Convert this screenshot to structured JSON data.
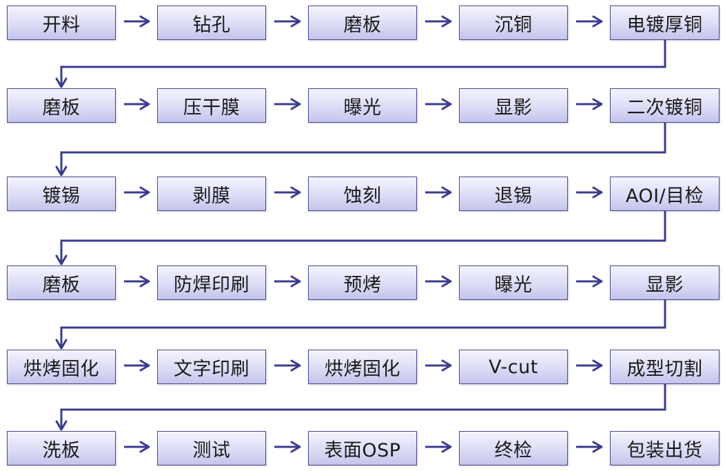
{
  "title": "PCB manufacturing process flow",
  "colors": {
    "arrow": "#3b3b8f",
    "box_border": "#4a4a8c",
    "box_fill_top": "#f4f4fe",
    "box_fill_bottom": "#c4c4ec",
    "text": "#1a1a1a"
  },
  "rows": [
    {
      "steps": [
        "开料",
        "钻孔",
        "磨板",
        "沉铜",
        "电镀厚铜"
      ]
    },
    {
      "steps": [
        "磨板",
        "压干膜",
        "曝光",
        "显影",
        "二次镀铜"
      ]
    },
    {
      "steps": [
        "镀锡",
        "剥膜",
        "蚀刻",
        "退锡",
        "AOI/目检"
      ]
    },
    {
      "steps": [
        "磨板",
        "防焊印刷",
        "预烤",
        "曝光",
        "显影"
      ]
    },
    {
      "steps": [
        "烘烤固化",
        "文字印刷",
        "烘烤固化",
        "V-cut",
        "成型切割"
      ]
    },
    {
      "steps": [
        "洗板",
        "测试",
        "表面OSP",
        "终检",
        "包装出货"
      ]
    }
  ],
  "flow_direction": "left-to-right, each row wraps from last step back to first step of next row",
  "arrow_icon": "right-arrow",
  "connector_icon": "down-arrow"
}
